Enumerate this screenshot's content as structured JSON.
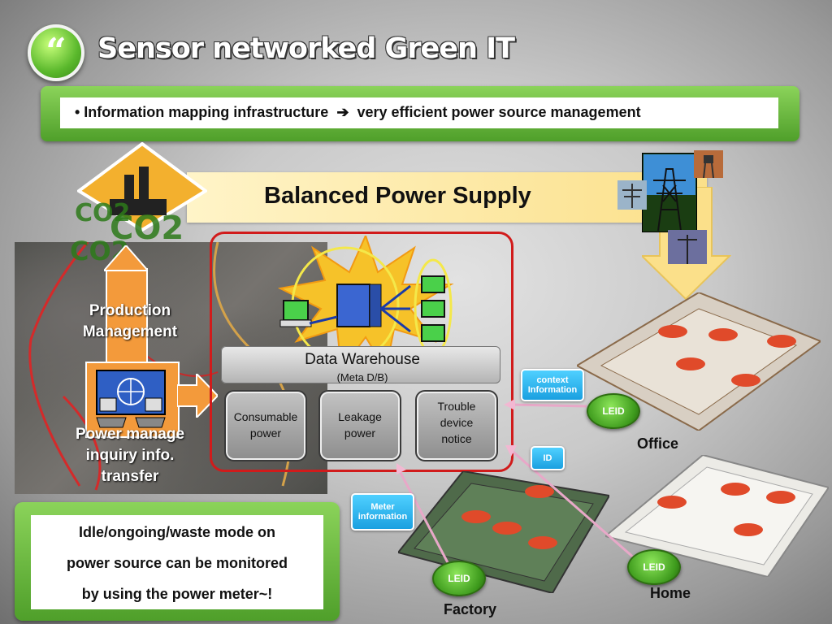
{
  "title": "Sensor networked Green IT",
  "info_bar": {
    "text_before": "• Information mapping infrastructure",
    "arrow_icon": "right-arrow-icon",
    "text_after": "very efficient power source management"
  },
  "banner": {
    "title": "Balanced Power Supply"
  },
  "hazard": {
    "co2_labels": [
      "CO2",
      "CO2",
      "CO2"
    ]
  },
  "left_panel": {
    "production_label": "Production\nManagement",
    "power_manage_label": "Power manage\ninquiry info.\ntransfer"
  },
  "data_warehouse": {
    "title": "Data Warehouse",
    "subtitle": "(Meta D/B)",
    "categories": [
      "Consumable\npower",
      "Leakage\npower",
      "Trouble\ndevice\nnotice"
    ]
  },
  "bubbles": {
    "context": "context\nInformation",
    "id": "ID",
    "meter": "Meter\ninformation"
  },
  "leid_label": "LEID",
  "places": {
    "office": "Office",
    "home": "Home",
    "factory": "Factory"
  },
  "message": [
    "Idle/ongoing/waste mode on",
    "power source can be monitored",
    "by using the power meter~!"
  ],
  "colors": {
    "accent_green": "#5ab82c",
    "frame_red": "#d11b1b",
    "arrow_orange": "#f39a3b",
    "bubble_blue": "#1aa0e0",
    "banner_yellow": "#fbe08a"
  }
}
